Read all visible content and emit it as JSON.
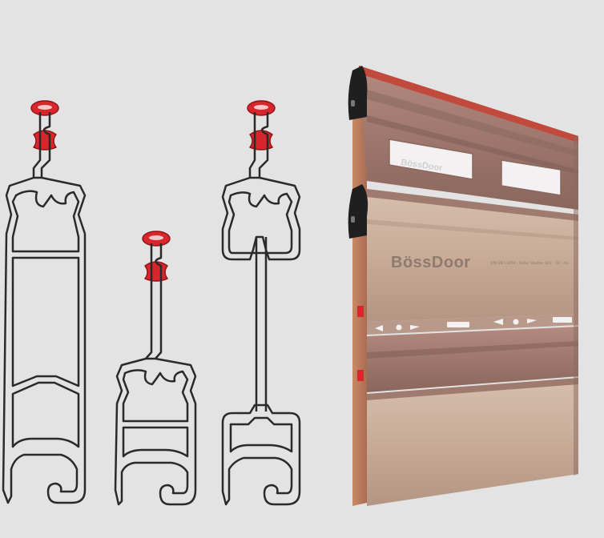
{
  "brand": {
    "name": "BössDoor",
    "watermark": "BössDoor",
    "spec_line": "DIN EN 13659 · Roller Shutter Slat · 14 · Alu"
  },
  "colors": {
    "background": "#e3e3e4",
    "profile_outline": "#2a2a2a",
    "seal_red": "#d8262c",
    "slat_light": "#c9ad98",
    "slat_dark": "#a0796e",
    "slat_edge": "#b97a5a",
    "end_cap": "#1f1f1f"
  },
  "profiles": [
    {
      "name": "tall-profile"
    },
    {
      "name": "short-profile"
    },
    {
      "name": "medium-profile"
    }
  ]
}
